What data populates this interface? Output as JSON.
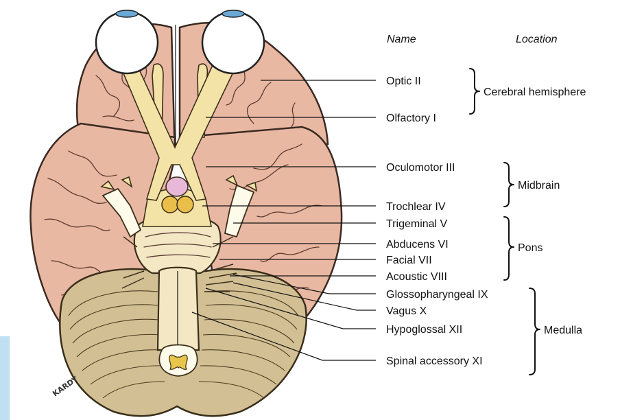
{
  "headers": {
    "name": "Name",
    "location": "Location"
  },
  "nerves": [
    {
      "id": "optic",
      "label": "Optic II"
    },
    {
      "id": "olfactory",
      "label": "Olfactory I"
    },
    {
      "id": "oculomotor",
      "label": "Oculomotor III"
    },
    {
      "id": "trochlear",
      "label": "Trochlear IV"
    },
    {
      "id": "trigeminal",
      "label": "Trigeminal V"
    },
    {
      "id": "abducens",
      "label": "Abducens VI"
    },
    {
      "id": "facial",
      "label": "Facial VII"
    },
    {
      "id": "acoustic",
      "label": "Acoustic VIII"
    },
    {
      "id": "glossopharyngeal",
      "label": "Glossopharyngeal IX"
    },
    {
      "id": "vagus",
      "label": "Vagus X"
    },
    {
      "id": "hypoglossal",
      "label": "Hypoglossal XII"
    },
    {
      "id": "spinal-accessory",
      "label": "Spinal accessory XI"
    }
  ],
  "locations": [
    {
      "id": "cerebral-hemisphere",
      "label": "Cerebral hemisphere"
    },
    {
      "id": "midbrain",
      "label": "Midbrain"
    },
    {
      "id": "pons",
      "label": "Pons"
    },
    {
      "id": "medulla",
      "label": "Medulla"
    }
  ],
  "signature": "KARDY",
  "colors": {
    "cerebrum": "#e9b8a3",
    "cerebellum": "#d2c094",
    "nerves": "#f4e3a6",
    "eye_iris": "#6aa9d6",
    "edge_bar": "#bfe0f2",
    "pituitary": "#e8b8d8",
    "mammillary": "#e9bf4a"
  }
}
